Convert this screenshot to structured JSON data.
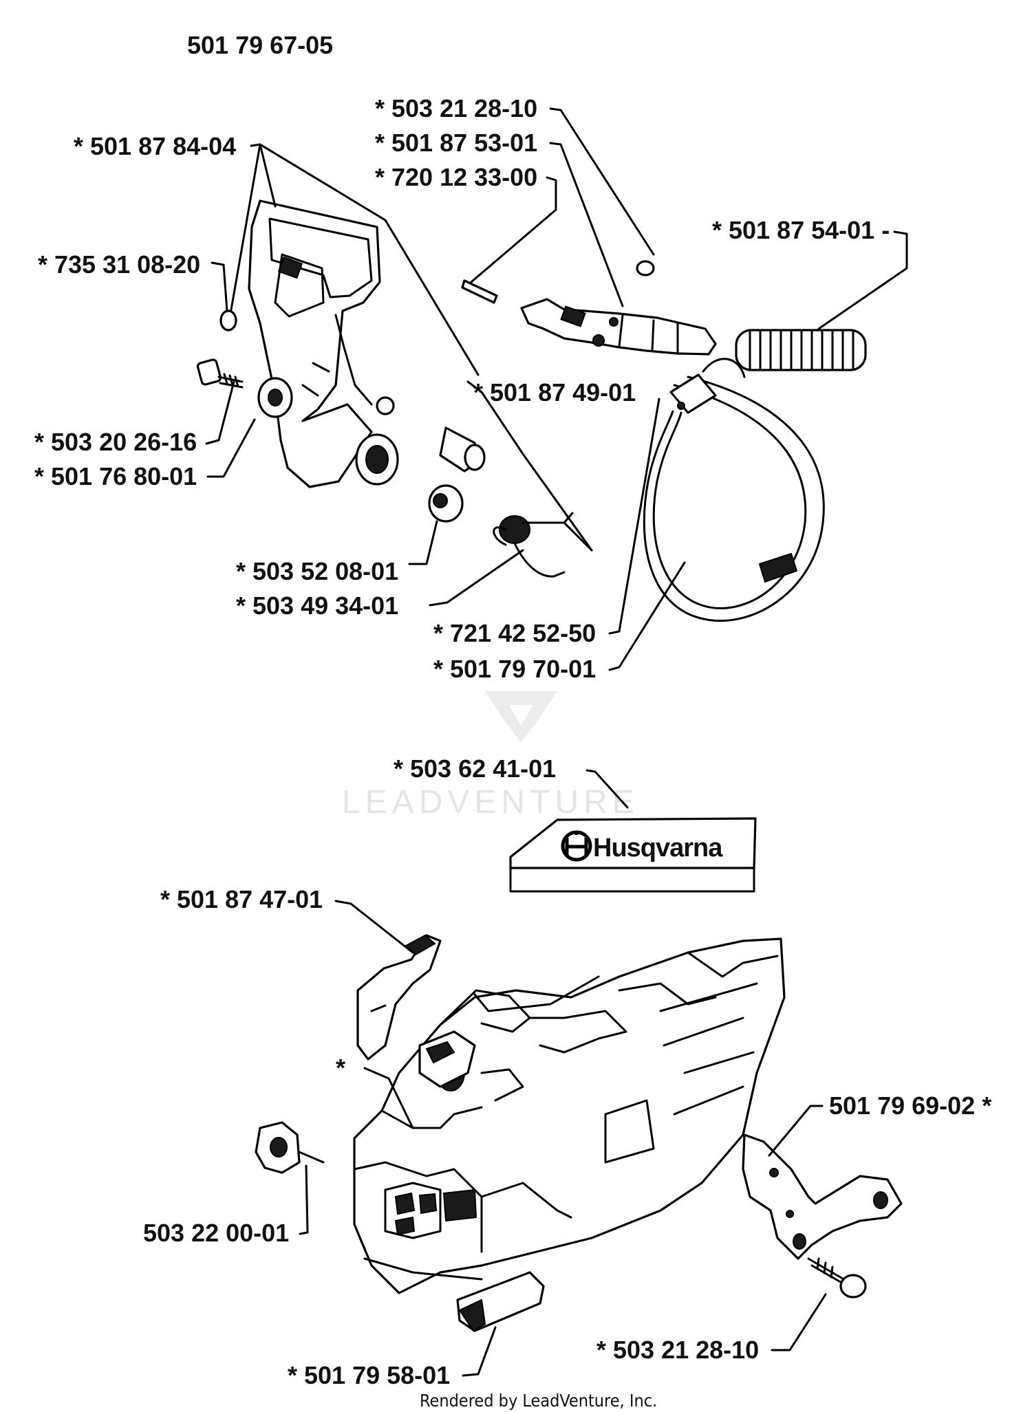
{
  "diagram": {
    "assembly_number": "501 79 67-05",
    "brand_label": "Husqvarna",
    "watermark": "LEADVENTURE",
    "footer": "Rendered by LeadVenture, Inc.",
    "parts": [
      {
        "id": "p1",
        "number": "* 503 21 28-10"
      },
      {
        "id": "p2",
        "number": "* 501 87 53-01"
      },
      {
        "id": "p3",
        "number": "* 720 12 33-00"
      },
      {
        "id": "p4",
        "number": "* 501 87 84-04"
      },
      {
        "id": "p5",
        "number": "* 501 87 54-01 -"
      },
      {
        "id": "p6",
        "number": "* 735 31 08-20"
      },
      {
        "id": "p7",
        "number": "* 501 87 49-01"
      },
      {
        "id": "p8",
        "number": "* 503 20 26-16"
      },
      {
        "id": "p9",
        "number": "* 501 76 80-01"
      },
      {
        "id": "p10",
        "number": "* 503 52 08-01"
      },
      {
        "id": "p11",
        "number": "* 503 49 34-01"
      },
      {
        "id": "p12",
        "number": "* 721 42 52-50"
      },
      {
        "id": "p13",
        "number": "* 501 79 70-01"
      },
      {
        "id": "p14",
        "number": "* 503 62 41-01"
      },
      {
        "id": "p15",
        "number": "* 501 87 47-01"
      },
      {
        "id": "p16",
        "number": "501 79 69-02 *"
      },
      {
        "id": "p17",
        "number": "503 22 00-01"
      },
      {
        "id": "p18",
        "number": "* 503 21 28-10"
      },
      {
        "id": "p19",
        "number": "* 501 79 58-01"
      },
      {
        "id": "p20",
        "number": "*"
      }
    ]
  }
}
